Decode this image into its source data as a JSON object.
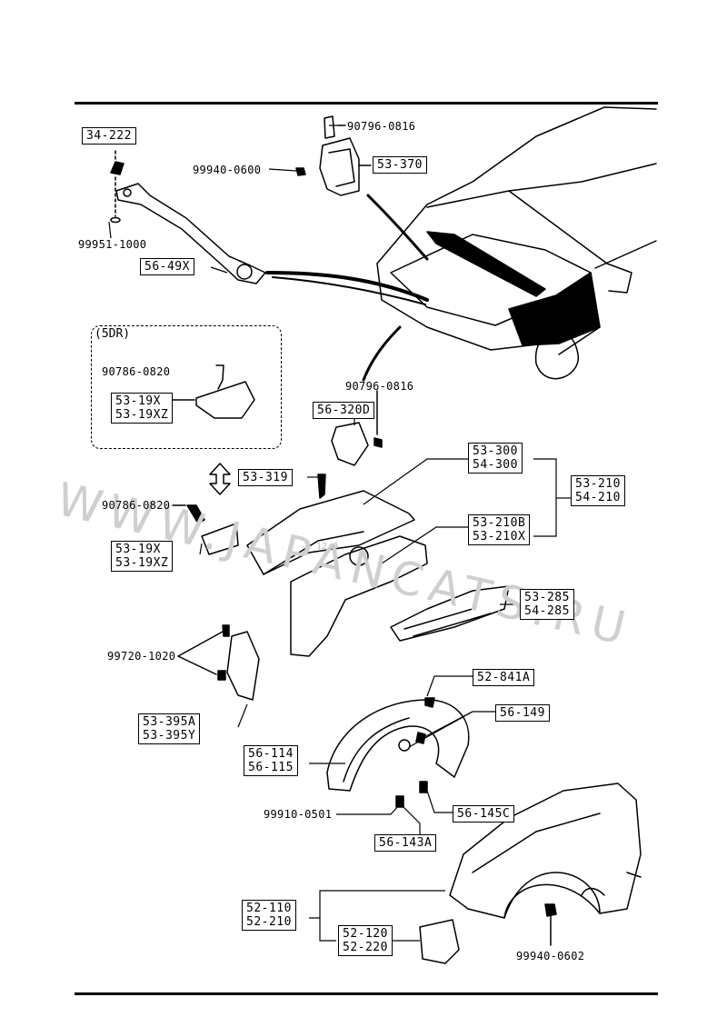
{
  "group": {
    "label": "(5DR)"
  },
  "labels": {
    "b_90796_0816_top": "90796-0816",
    "n_99940_0600": "99940-0600",
    "w_99951_1000": "99951-1000",
    "b_90786_0820_5dr": "90786-0820",
    "b_90796_0816_mid": "90796-0816",
    "b_90786_0820": "90786-0820",
    "b_99720_1020": "99720-1020",
    "s_99910_0501": "99910-0501",
    "n_99940_0602": "99940-0602"
  },
  "boxes": {
    "p34_222": [
      "34-222"
    ],
    "p53_370": [
      "53-370"
    ],
    "p56_49x": [
      "56-49X"
    ],
    "p53_19x_5dr": [
      "53-19X",
      "53-19XZ"
    ],
    "p56_320d": [
      "56-320D"
    ],
    "p53_319": [
      "53-319"
    ],
    "p53_300": [
      "53-300",
      "54-300"
    ],
    "p53_210": [
      "53-210",
      "54-210"
    ],
    "p53_210b": [
      "53-210B",
      "53-210X"
    ],
    "p53_19x": [
      "53-19X",
      "53-19XZ"
    ],
    "p53_285": [
      "53-285",
      "54-285"
    ],
    "p53_395a": [
      "53-395A",
      "53-395Y"
    ],
    "p52_841a": [
      "52-841A"
    ],
    "p56_149": [
      "56-149"
    ],
    "p56_114": [
      "56-114",
      "56-115"
    ],
    "p56_145c": [
      "56-145C"
    ],
    "p56_143a": [
      "56-143A"
    ],
    "p52_110": [
      "52-110",
      "52-210"
    ],
    "p52_120": [
      "52-120",
      "52-220"
    ]
  },
  "watermark": "WWW.JAPANCATS.RU",
  "stamp": "12.0"
}
